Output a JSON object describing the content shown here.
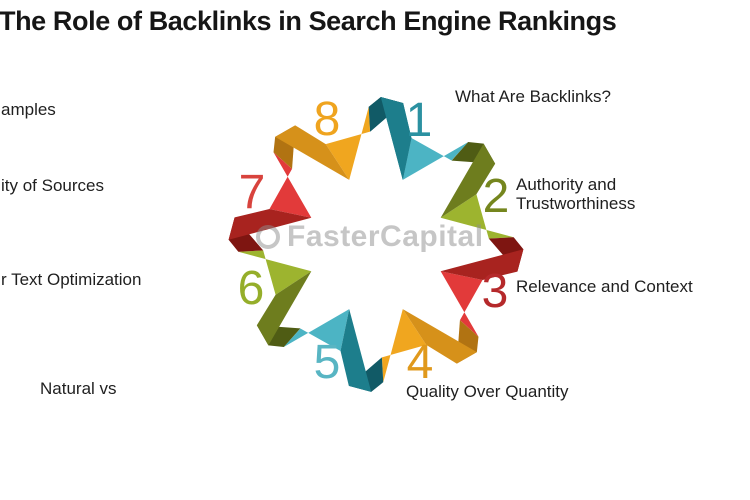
{
  "title": "The Role of Backlinks in Search Engine Rankings",
  "watermark": {
    "text": "FasterCapital",
    "color": "#8f8f8f"
  },
  "colors": {
    "teal": {
      "dark": "#1d7e8c",
      "light": "#4cb4c4",
      "fold": "#115a66"
    },
    "olive": {
      "dark": "#6e7d1e",
      "light": "#9db42f",
      "fold": "#4f5c14"
    },
    "red": {
      "dark": "#a8231f",
      "light": "#e23a3a",
      "fold": "#7e1511"
    },
    "orange": {
      "dark": "#d6911a",
      "light": "#f0a61f",
      "fold": "#b17312"
    }
  },
  "items": [
    {
      "num": "1",
      "num_color": "#2b91a1",
      "color_family": "teal",
      "label_lines": [
        "What Are Backlinks?"
      ]
    },
    {
      "num": "2",
      "num_color": "#75861e",
      "color_family": "olive",
      "label_lines": [
        "Authority and",
        "Trustworthiness"
      ]
    },
    {
      "num": "3",
      "num_color": "#b5292b",
      "color_family": "red",
      "label_lines": [
        "Relevance and Context"
      ]
    },
    {
      "num": "4",
      "num_color": "#e0991c",
      "color_family": "orange",
      "label_lines": [
        "Quality Over Quantity"
      ]
    },
    {
      "num": "5",
      "num_color": "#58b5c3",
      "color_family": "teal",
      "label_lines": [
        "Natural vs"
      ]
    },
    {
      "num": "6",
      "num_color": "#95ae2a",
      "color_family": "olive",
      "label_lines": [
        "r Text Optimization"
      ]
    },
    {
      "num": "7",
      "num_color": "#d8433d",
      "color_family": "red",
      "label_lines": [
        "ity of Sources"
      ]
    },
    {
      "num": "8",
      "num_color": "#efa41f",
      "color_family": "orange",
      "label_lines": [
        "amples"
      ]
    }
  ]
}
